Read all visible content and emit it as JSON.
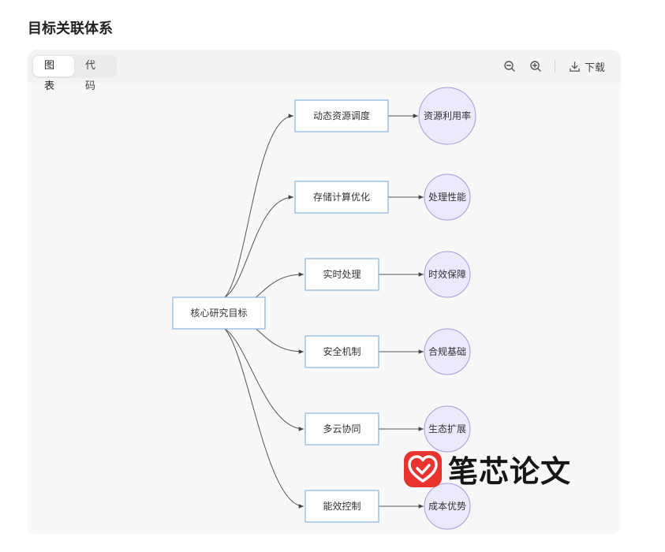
{
  "page": {
    "title": "目标关联体系"
  },
  "toolbar": {
    "tabs": [
      {
        "label": "图表",
        "active": true
      },
      {
        "label": "代码",
        "active": false
      }
    ],
    "download_label": "下载"
  },
  "diagram": {
    "root": "核心研究目标",
    "branches": [
      {
        "node": "动态资源调度",
        "outcome": "资源利用率"
      },
      {
        "node": "存储计算优化",
        "outcome": "处理性能"
      },
      {
        "node": "实时处理",
        "outcome": "时效保障"
      },
      {
        "node": "安全机制",
        "outcome": "合规基础"
      },
      {
        "node": "多云协同",
        "outcome": "生态扩展"
      },
      {
        "node": "能效控制",
        "outcome": "成本优势"
      }
    ],
    "colors": {
      "rect_fill": "#ffffff",
      "rect_stroke": "#8fb8e8",
      "circle_fill": "#ece9fd",
      "circle_stroke": "#a79ad8",
      "edge": "#555555"
    }
  },
  "watermark": {
    "text": "笔芯论文",
    "icon": "heart-logo-icon",
    "color": "#e8332f"
  }
}
